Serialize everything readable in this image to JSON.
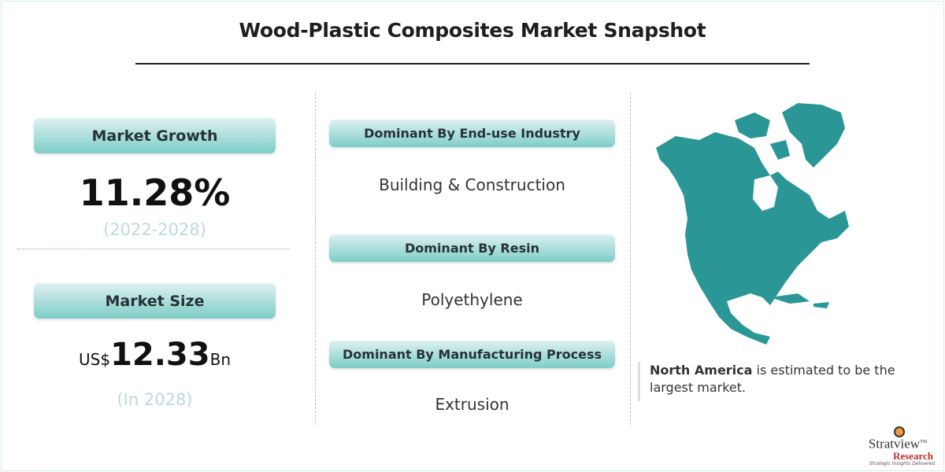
{
  "title": "Wood-Plastic Composites Market Snapshot",
  "market_growth": {
    "label": "Market Growth",
    "value": "11.28%",
    "period": "(2022-2028)"
  },
  "market_size": {
    "label": "Market Size",
    "prefix": "US$",
    "value": "12.33",
    "unit": "Bn",
    "period": "(In 2028)"
  },
  "dominant": [
    {
      "label": "Dominant By End-use Industry",
      "value": "Building & Construction"
    },
    {
      "label": "Dominant By Resin",
      "value": "Polyethylene"
    },
    {
      "label": "Dominant By Manufacturing Process",
      "value": "Extrusion"
    }
  ],
  "region": {
    "name": "North America",
    "text": " is estimated to be the largest market.",
    "map_color": "#2a9696"
  },
  "logo": {
    "name": "Stratview",
    "tm": "TM",
    "sub": "Research",
    "tagline": "Strategic Insights Delivered"
  },
  "colors": {
    "pill_top": "#def1f0",
    "pill_bottom": "#7dcdc8",
    "accent_red": "#b8312f"
  }
}
